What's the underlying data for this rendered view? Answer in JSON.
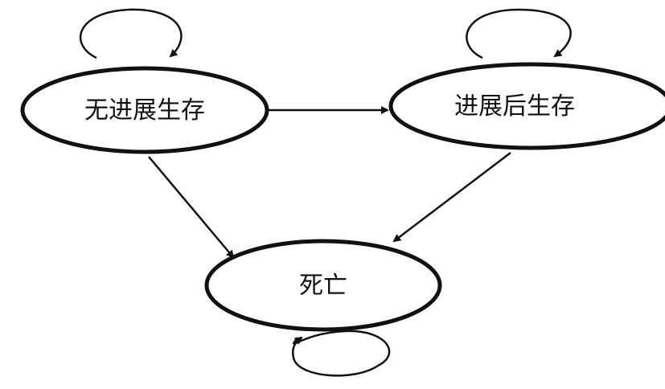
{
  "diagram": {
    "states": [
      {
        "id": "progression-free",
        "label": "无进展生存"
      },
      {
        "id": "progressed",
        "label": "进展后生存"
      },
      {
        "id": "death",
        "label": "死亡"
      }
    ],
    "transitions": [
      {
        "from": "progression-free",
        "to": "progression-free"
      },
      {
        "from": "progression-free",
        "to": "progressed"
      },
      {
        "from": "progression-free",
        "to": "death"
      },
      {
        "from": "progressed",
        "to": "progressed"
      },
      {
        "from": "progressed",
        "to": "death"
      },
      {
        "from": "death",
        "to": "death"
      }
    ],
    "colors": {
      "stroke": "#111111",
      "background": "#ffffff"
    }
  }
}
